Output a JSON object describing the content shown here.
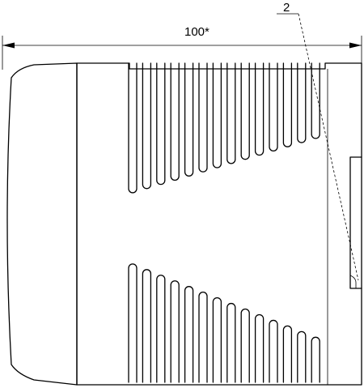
{
  "dimension": {
    "label": "100*"
  },
  "callout": {
    "label": "2"
  },
  "fins": {
    "upper": [
      {
        "bottom_depth": 0.93
      },
      {
        "bottom_depth": 0.9
      },
      {
        "bottom_depth": 0.87
      },
      {
        "bottom_depth": 0.84
      },
      {
        "bottom_depth": 0.81
      },
      {
        "bottom_depth": 0.78
      },
      {
        "bottom_depth": 0.75
      },
      {
        "bottom_depth": 0.72
      },
      {
        "bottom_depth": 0.69
      },
      {
        "bottom_depth": 0.66
      },
      {
        "bottom_depth": 0.63
      },
      {
        "bottom_depth": 0.6
      },
      {
        "bottom_depth": 0.57
      },
      {
        "bottom_depth": 0.54
      }
    ],
    "lower": [
      {
        "top_depth": 0.63
      },
      {
        "top_depth": 0.6
      },
      {
        "top_depth": 0.57
      },
      {
        "top_depth": 0.54
      },
      {
        "top_depth": 0.51
      },
      {
        "top_depth": 0.48
      },
      {
        "top_depth": 0.45
      },
      {
        "top_depth": 0.42
      },
      {
        "top_depth": 0.39
      },
      {
        "top_depth": 0.36
      },
      {
        "top_depth": 0.33
      },
      {
        "top_depth": 0.3
      },
      {
        "top_depth": 0.27
      },
      {
        "top_depth": 0.24
      }
    ]
  }
}
